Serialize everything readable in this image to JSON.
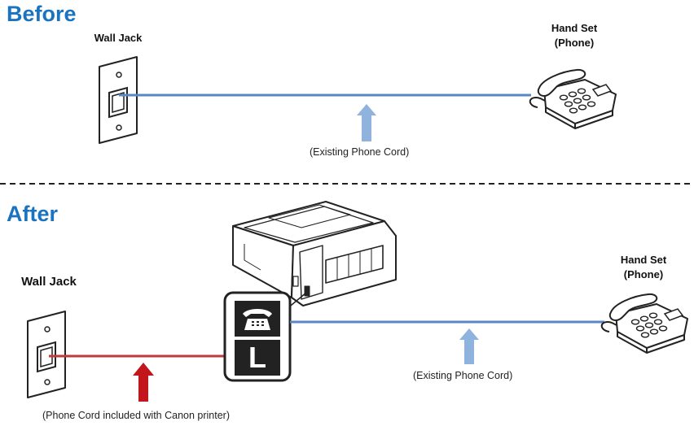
{
  "before": {
    "title": "Before",
    "wall_jack_label": "Wall Jack",
    "handset_label_line1": "Hand Set",
    "handset_label_line2": "(Phone)",
    "cord_caption": "(Existing Phone Cord)"
  },
  "after": {
    "title": "After",
    "wall_jack_label": "Wall Jack",
    "handset_label_line1": "Hand Set",
    "handset_label_line2": "(Phone)",
    "cord_caption": "(Existing Phone Cord)",
    "canon_cord_caption": "(Phone Cord included with Canon printer)",
    "port_letter": "L"
  },
  "colors": {
    "title": "#1a73c0",
    "existing_cord": "#5b86c4",
    "canon_cord": "#c0393b",
    "blue_arrow": "#8fb3dc",
    "red_arrow": "#c3161c",
    "divider": "#222222"
  },
  "icons": {
    "wall_jack": "wall-jack-icon",
    "telephone": "telephone-icon",
    "printer": "printer-icon",
    "port_badge": "phone-port-icon"
  }
}
